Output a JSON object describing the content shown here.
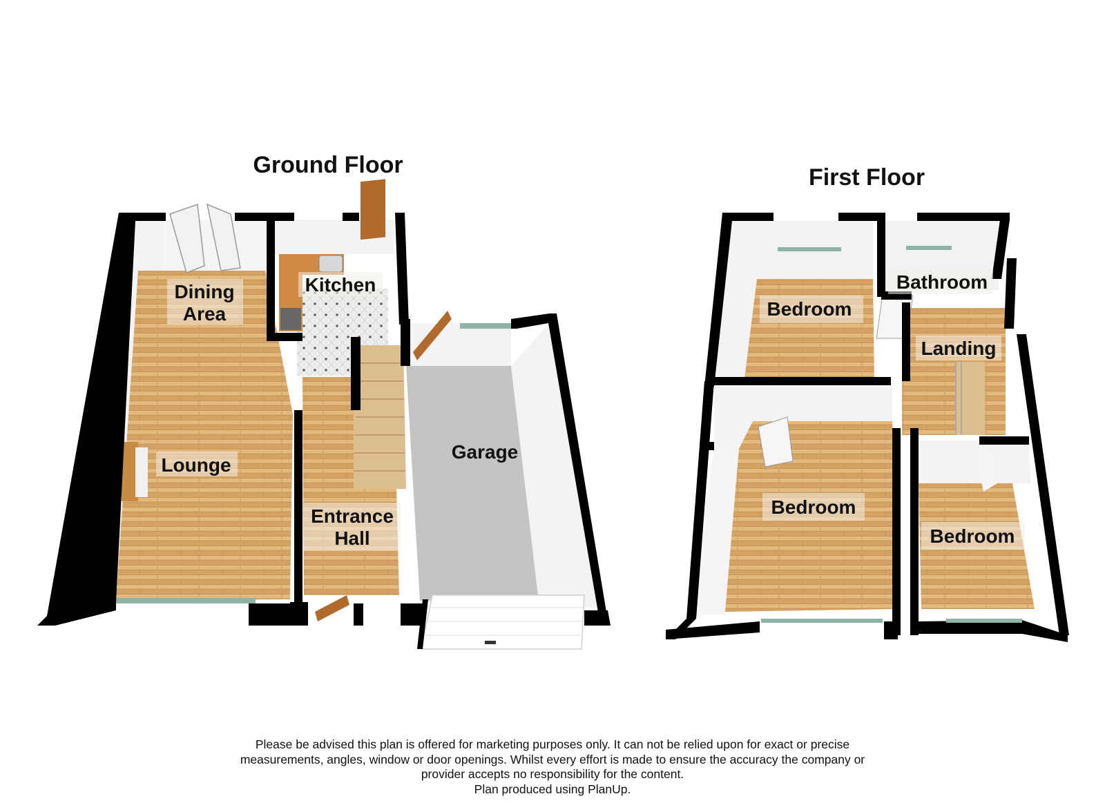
{
  "ground_floor": {
    "title": "Ground Floor",
    "rooms": {
      "dining_area": [
        "Dining",
        "Area"
      ],
      "kitchen": "Kitchen",
      "lounge": "Lounge",
      "entrance_hall": [
        "Entrance",
        "Hall"
      ],
      "garage": "Garage"
    }
  },
  "first_floor": {
    "title": "First Floor",
    "rooms": {
      "bedroom_1": "Bedroom",
      "bathroom": "Bathroom",
      "landing": "Landing",
      "bedroom_2": "Bedroom",
      "bedroom_3": "Bedroom"
    }
  },
  "disclaimer": {
    "line1": "Please be advised this plan is offered for marketing purposes only. It can not be relied upon for exact or precise",
    "line2": "measurements, angles, window or door openings. Whilst every effort is made to ensure the accuracy the company or",
    "line3": "provider accepts no responsibility for the content.",
    "line4": "Plan produced using PlanUp."
  },
  "colors": {
    "wall": "#000000",
    "wood_floor": "#d9ab6c",
    "garage_floor": "#bdbdbd",
    "inner_wall": "#f2f2f2",
    "kitchen_tile": "#e9e9ea",
    "window": "#8fb3a8"
  }
}
